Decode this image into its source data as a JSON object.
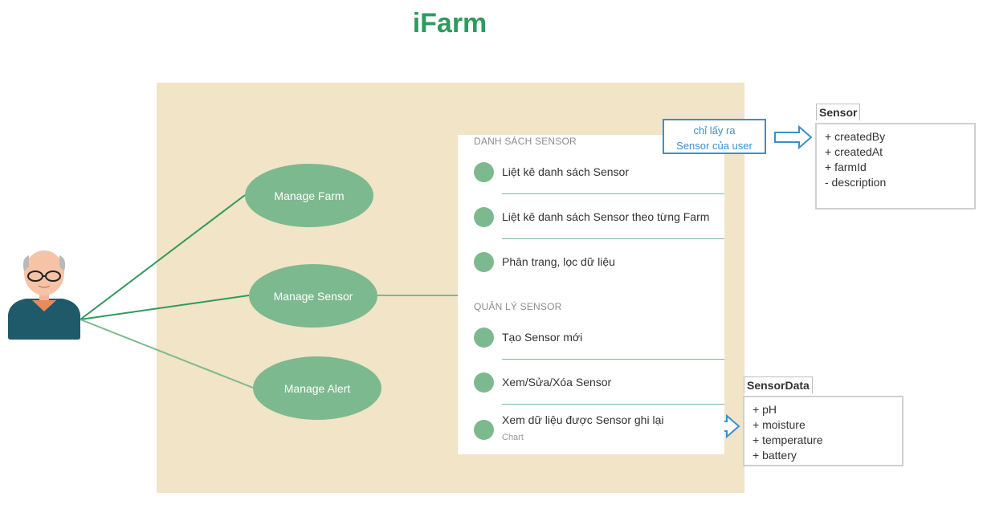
{
  "title": "iFarm",
  "colors": {
    "title": "#2f9a5f",
    "system_background": "#f1e4c7",
    "use_case_fill": "#7db98f",
    "connector": "#2f9a5f",
    "callout": "#3b8fd0"
  },
  "actor": {
    "icon": "old-man-user-icon"
  },
  "use_cases": [
    {
      "label": "Manage Farm"
    },
    {
      "label": "Manage Sensor"
    },
    {
      "label": "Manage Alert"
    }
  ],
  "panel": {
    "sections": [
      {
        "header": "DANH SÁCH SENSOR",
        "items": [
          {
            "label": "Liệt kê danh sách Sensor"
          },
          {
            "label": "Liệt kê danh sách Sensor theo từng Farm"
          },
          {
            "label": "Phân trang, lọc dữ liệu"
          }
        ]
      },
      {
        "header": "QUẢN LÝ SENSOR",
        "items": [
          {
            "label": "Tạo Sensor mới"
          },
          {
            "label": "Xem/Sửa/Xóa Sensor"
          },
          {
            "label": "Xem dữ liệu được Sensor ghi lại",
            "sub": "Chart"
          }
        ]
      }
    ]
  },
  "callout": {
    "line1": "chỉ lấy ra",
    "line2": "Sensor của user"
  },
  "classes": {
    "sensor": {
      "name": "Sensor",
      "attributes": [
        "+ createdBy",
        "+ createdAt",
        "+ farmId",
        "- description"
      ]
    },
    "sensor_data": {
      "name": "SensorData",
      "attributes": [
        "+ pH",
        "+ moisture",
        "+ temperature",
        "+ battery"
      ]
    }
  }
}
